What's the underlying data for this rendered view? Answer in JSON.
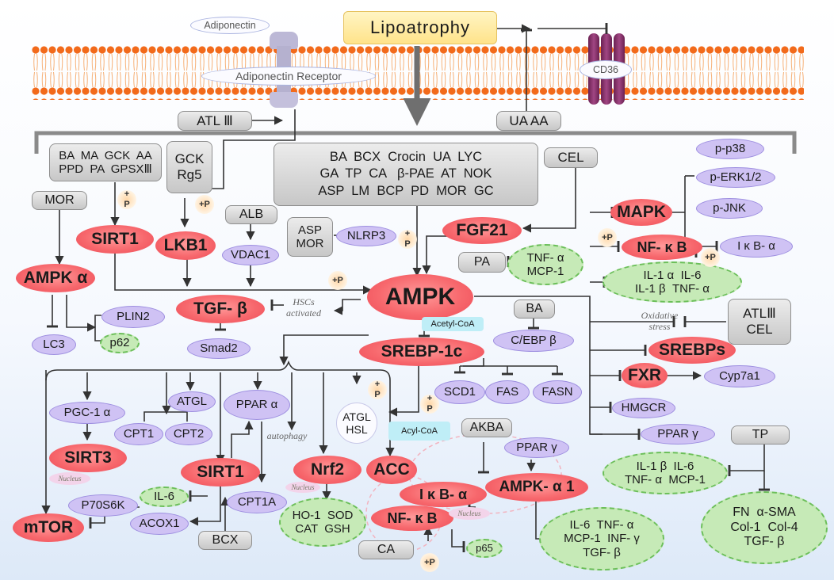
{
  "membrane": {
    "lipoatrophy": "Lipoatrophy",
    "adiponectin": "Adiponectin",
    "adiponectin_receptor": "Adiponectin Receptor",
    "cd36": "CD36"
  },
  "regulators": {
    "atl_iii_top": "ATL  Ⅲ",
    "ua_aa": "UA  AA",
    "sirt1_activators": "BA  MA  GCK  AA\nPPD  PA  GPSXⅢ",
    "gck_rg5": "GCK\nRg5",
    "ampk_activators": "BA  BCX  Crocin  UA  LYC\nGA  TP  CA   β-PAE  AT  NOK\nASP  LM  BCP  PD  MOR  GC",
    "cel_top": "CEL",
    "mor_left": "MOR",
    "alb": "ALB",
    "asp_mor": "ASP\nMOR",
    "pa": "PA",
    "ba": "BA",
    "atl_cel": "ATLⅢ\nCEL",
    "tp": "TP",
    "akba": "AKBA",
    "bcx": "BCX",
    "ca": "CA"
  },
  "nodes": {
    "ampk": "AMPK",
    "sirt1_top": "SIRT1",
    "lkb1": "LKB1",
    "fgf21": "FGF21",
    "ampk_alpha": "AMPK α",
    "tgf_beta": "TGF- β",
    "srebp1c": "SREBP-1c",
    "mapk": "MAPK",
    "nfkb_right": "NF- κ B",
    "srebps": "SREBPs",
    "fxr": "FXR",
    "sirt3": "SIRT3",
    "mtor": "mTOR",
    "sirt1_bottom": "SIRT1",
    "nrf2": "Nrf2",
    "acc": "ACC",
    "ikba_bottom": "I κ B- α",
    "nfkb_bottom": "NF- κ B",
    "ampk_a1": "AMPK- α 1"
  },
  "proteins": {
    "nlrp3": "NLRP3",
    "vdac1": "VDAC1",
    "plin2": "PLIN2",
    "lc3": "LC3",
    "smad2": "Smad2",
    "cebp": "C/EBP β",
    "scd1": "SCD1",
    "fas": "FAS",
    "fasn": "FASN",
    "p_p38": "p-p38",
    "p_erk": "p-ERK1/2",
    "p_jnk": "p-JNK",
    "ikba_right": "I κ B- α",
    "cyp7a1": "Cyp7a1",
    "hmgcr": "HMGCR",
    "ppar_gamma_right": "PPAR γ",
    "pgc1a": "PGC-1 α",
    "atgl": "ATGL",
    "cpt1": "CPT1",
    "cpt2": "CPT2",
    "ppar_alpha": "PPAR α",
    "p70s6k": "P70S6K",
    "acox1": "ACOX1",
    "cpt1a": "CPT1A",
    "ppar_gamma_bottom": "PPAR γ"
  },
  "outcomes": {
    "tnf_mcp_top": "TNF- α\nMCP-1",
    "p62": "p62",
    "il_cluster_right": "IL-1 α  IL-6\nIL-1 β  TNF- α",
    "il_cluster_tp": "IL-1 β  IL-6\nTNF- α  MCP-1",
    "fibrosis_markers": "FN  α-SMA\nCol-1  Col-4\nTGF- β",
    "il6": "IL-6",
    "antioxidants": "HO-1  SOD\nCAT  GSH",
    "p65": "p65",
    "inflammation_bottom": "IL-6  TNF- α\nMCP-1  INF- γ\nTGF- β"
  },
  "annotations": {
    "hscs_activated": "HSCs\nactivated",
    "acetyl_coa": "Acetyl-CoA",
    "acyl_coa": "Acyl-CoA",
    "oxidative_stress": "Oxidative\nstress",
    "autophagy": "autophagy",
    "atgl_hsl": "ATGL\nHSL",
    "nucleus_1": "Nucleus",
    "nucleus_2": "Nucleus",
    "nucleus_3": "Nucleus",
    "phospho": "+\nP",
    "phospho_inline": "+P"
  },
  "colors": {
    "stimulatory_node": "#f7686d",
    "protein": "#cfc2f4",
    "compound": "#c7c7c7",
    "outcome": "#c6eab7",
    "lipoatrophy": "#ffe38a",
    "cd36": "#8a2f6b",
    "lipid_head": "#f26a1b"
  }
}
